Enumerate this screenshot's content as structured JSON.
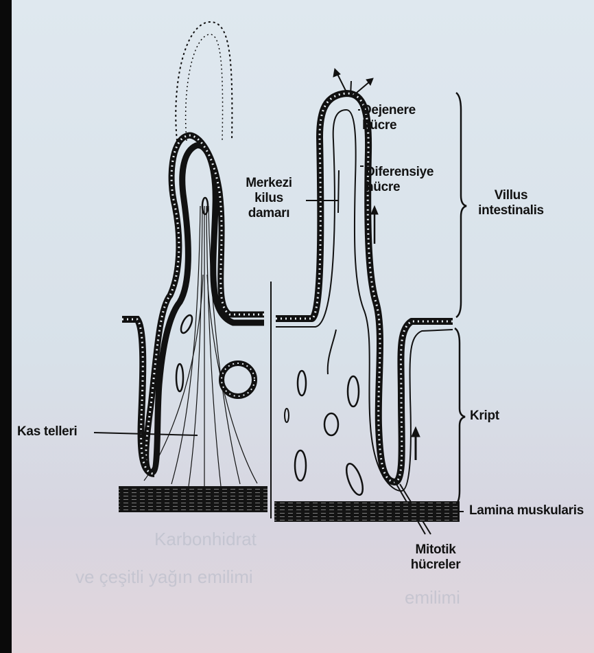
{
  "labels": {
    "dejenere_hucre": "Dejenere\nhücre",
    "diferensiye_hucre": "Diferensiye\nhücre",
    "merkezi_kilus_damari": "Merkezi\nkilus\ndamarı",
    "villus_intestinalis": "Villus\nintestinalis",
    "kas_telleri": "Kas telleri",
    "kript": "Kript",
    "lamina_muskularis": "Lamina muskularis",
    "mitotik_hucreler": "Mitotik\nhücreler"
  },
  "bleed_through_text": {
    "line1": "Karbonhidrat",
    "line2": "ve çeşitli yağın emilimi",
    "line3": "emilimi"
  },
  "colors": {
    "ink": "#121212",
    "paper": "#dbe4ec"
  }
}
